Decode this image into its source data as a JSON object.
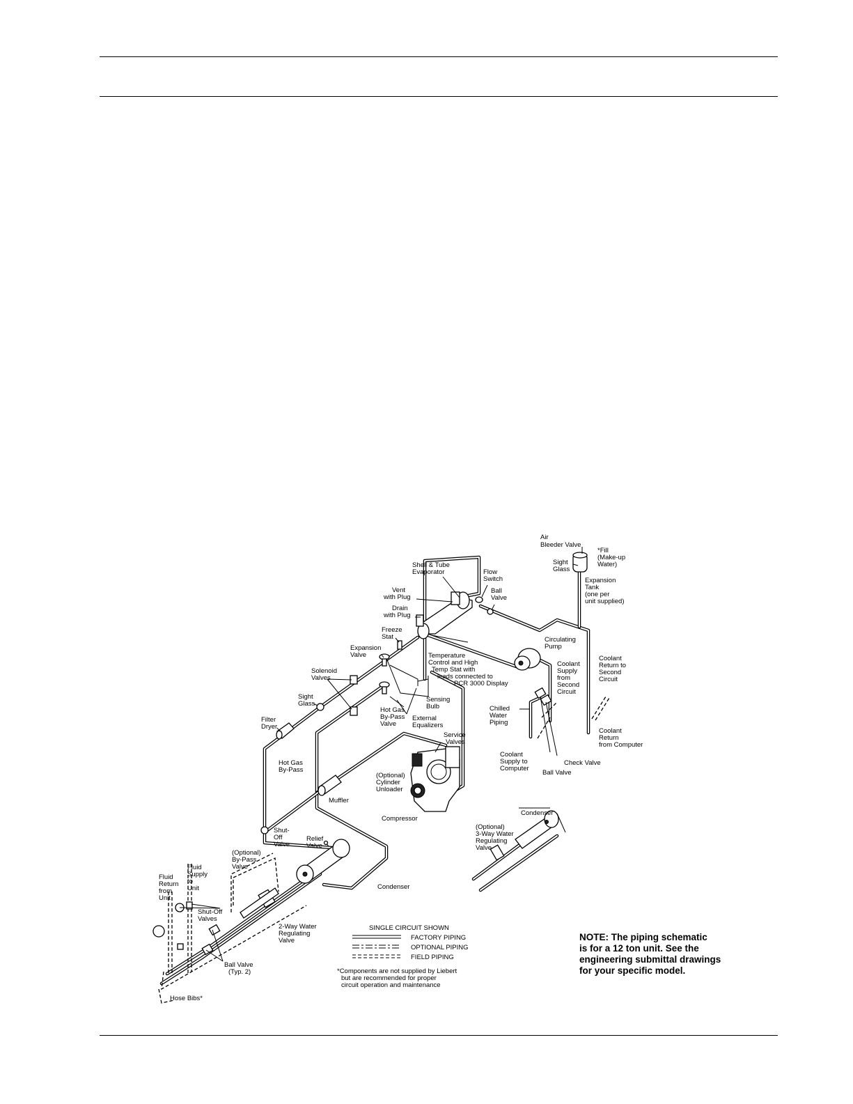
{
  "labels": {
    "air_bleeder": [
      "Air",
      "Bleeder Valve"
    ],
    "fill": [
      "*Fill",
      "(Make-up",
      "Water)"
    ],
    "sight_glass_top": [
      "Sight",
      "Glass"
    ],
    "expansion_tank": [
      "Expansion",
      "Tank",
      "(one per",
      "unit supplied)"
    ],
    "shell_tube": [
      "Shell & Tube",
      "Evaporator"
    ],
    "flow_switch": [
      "Flow",
      "Switch"
    ],
    "ball_valve_top": [
      "Ball",
      "Valve"
    ],
    "vent": [
      "Vent",
      "with Plug"
    ],
    "drain": [
      "Drain",
      "with Plug"
    ],
    "freeze_stat": [
      "Freeze",
      "Stat"
    ],
    "expansion_valve": [
      "Expansion",
      "Valve"
    ],
    "temp_control": [
      "Temperature",
      "Control and High",
      "Temp Stat with",
      "leads connected to",
      "PCR 3000 Display"
    ],
    "circulating_pump": [
      "Circulating",
      "Pump"
    ],
    "coolant_supply_second": [
      "Coolant",
      "Supply",
      "from",
      "Second",
      "Circuit"
    ],
    "coolant_return_second": [
      "Coolant",
      "Return to",
      "Second",
      "Circuit"
    ],
    "solenoid": [
      "Solenoid",
      "Valves"
    ],
    "sight_glass": [
      "Sight",
      "Glass"
    ],
    "sensing_bulb": [
      "Sensing",
      "Bulb"
    ],
    "hot_gas_bypass_valve": [
      "Hot Gas",
      "By-Pass",
      "Valve"
    ],
    "external_equalizers": [
      "External",
      "Equalizers"
    ],
    "filter_dryer": [
      "Filter",
      "Dryer"
    ],
    "chilled_water": [
      "Chilled",
      "Water",
      "Piping"
    ],
    "coolant_return_computer": [
      "Coolant",
      "Return",
      "from Computer"
    ],
    "service_valves": [
      "Service",
      "Valves"
    ],
    "hot_gas_bypass": [
      "Hot Gas",
      "By-Pass"
    ],
    "cylinder_unloader": [
      "(Optional)",
      "Cylinder",
      "Unloader"
    ],
    "muffler": [
      "Muffler"
    ],
    "compressor": [
      "Compressor"
    ],
    "coolant_supply_computer": [
      "Coolant",
      "Supply to",
      "Computer"
    ],
    "check_valve": [
      "Check Valve"
    ],
    "ball_valve_mid": [
      "Ball Valve"
    ],
    "condenser_inset": [
      "Condenser"
    ],
    "three_way": [
      "(Optional)",
      "3-Way Water",
      "Regulating",
      "Valve"
    ],
    "shutoff_valve": [
      "Shut-",
      "Off",
      "Valve"
    ],
    "relief_valve": [
      "Relief",
      "Valve"
    ],
    "optional_bypass": [
      "(Optional)",
      "By-Pass",
      "Valve"
    ],
    "fluid_supply": [
      "Fluid",
      "Supply",
      "to",
      "Unit"
    ],
    "fluid_return": [
      "Fluid",
      "Return",
      "from",
      "Unit"
    ],
    "condenser_main": [
      "Condenser"
    ],
    "shutoff_valves": [
      "Shut-Off",
      "Valves"
    ],
    "two_way": [
      "2-Way Water",
      "Regulating",
      "Valve"
    ],
    "ball_valve_typ": [
      "Ball Valve",
      "(Typ. 2)"
    ],
    "hose_bibs": [
      "Hose Bibs*"
    ]
  },
  "legend": {
    "title": "SINGLE CIRCUIT SHOWN",
    "factory": "FACTORY PIPING",
    "optional": "OPTIONAL PIPING",
    "field": "FIELD PIPING",
    "footnote": [
      "*Components are not supplied by Liebert",
      "but are recommended for proper",
      "circuit operation and maintenance"
    ]
  },
  "note": [
    "NOTE:  The piping schematic",
    "is for a 12 ton unit. See the",
    "engineering submittal drawings",
    "for your specific model."
  ]
}
